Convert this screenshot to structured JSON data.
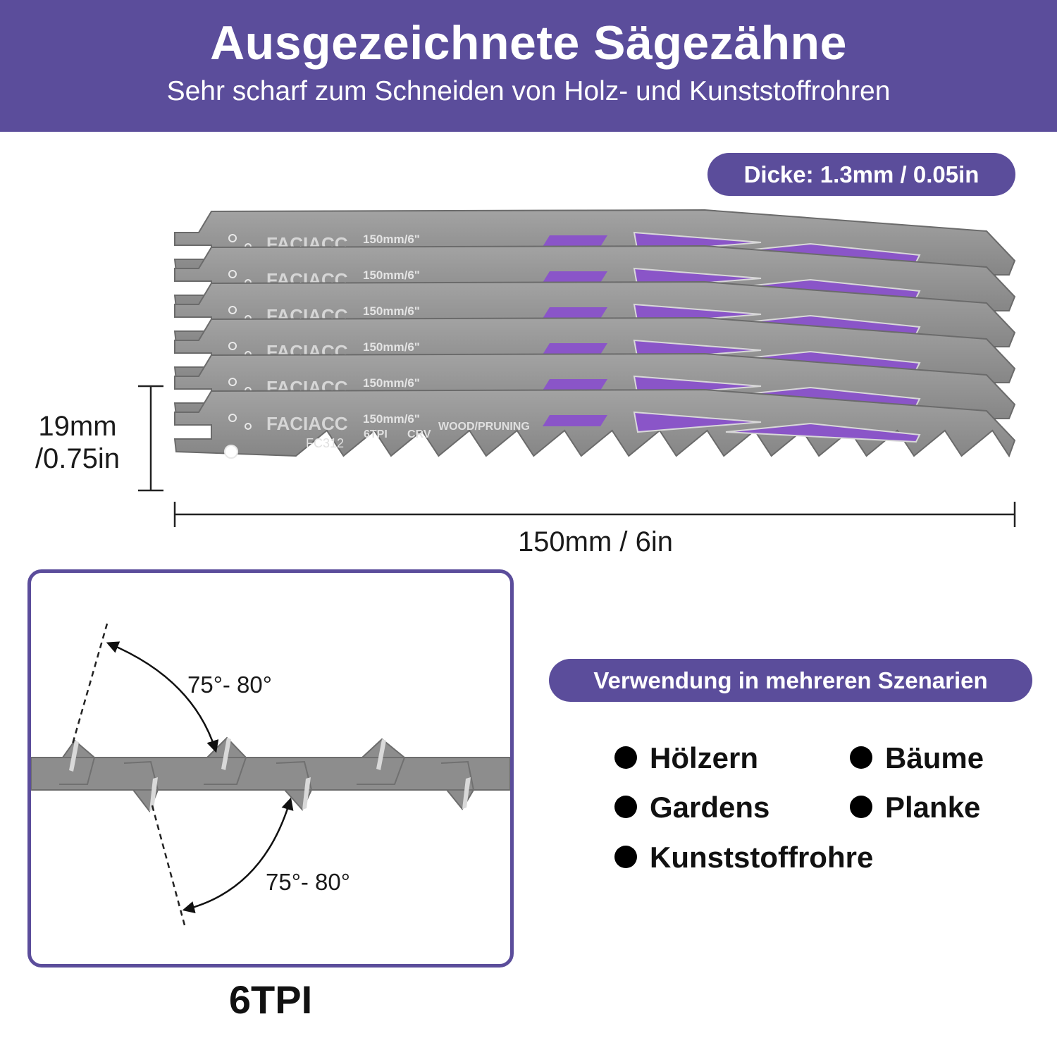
{
  "header": {
    "title": "Ausgezeichnete Sägezähne",
    "subtitle": "Sehr scharf zum Schneiden von Holz- und Kunststoffrohren"
  },
  "thickness_badge": "Dicke: 1.3mm / 0.05in",
  "blade": {
    "brand": "FACIACC",
    "model": "FC312",
    "size_label": "150mm/6\"",
    "tpi_label": "6TPI",
    "material": "CRV",
    "application": "WOOD/PRUNING",
    "count": 6
  },
  "measurements": {
    "height": "19mm\n/0.75in",
    "height_line1": "19mm",
    "height_line2": "/0.75in",
    "width": "150mm / 6in"
  },
  "tooth_detail": {
    "angle_top": "75°- 80°",
    "angle_bottom": "75°- 80°",
    "caption": "6TPI"
  },
  "usage": {
    "title": "Verwendung in mehreren Szenarien",
    "items": [
      "Hölzern",
      "Bäume",
      "Gardens",
      "Planke",
      "Kunststoffrohre"
    ]
  },
  "colors": {
    "brand_purple": "#5b4d9b",
    "blade_gray": "#8f8f8f",
    "accent_violet": "#8a55c8"
  }
}
